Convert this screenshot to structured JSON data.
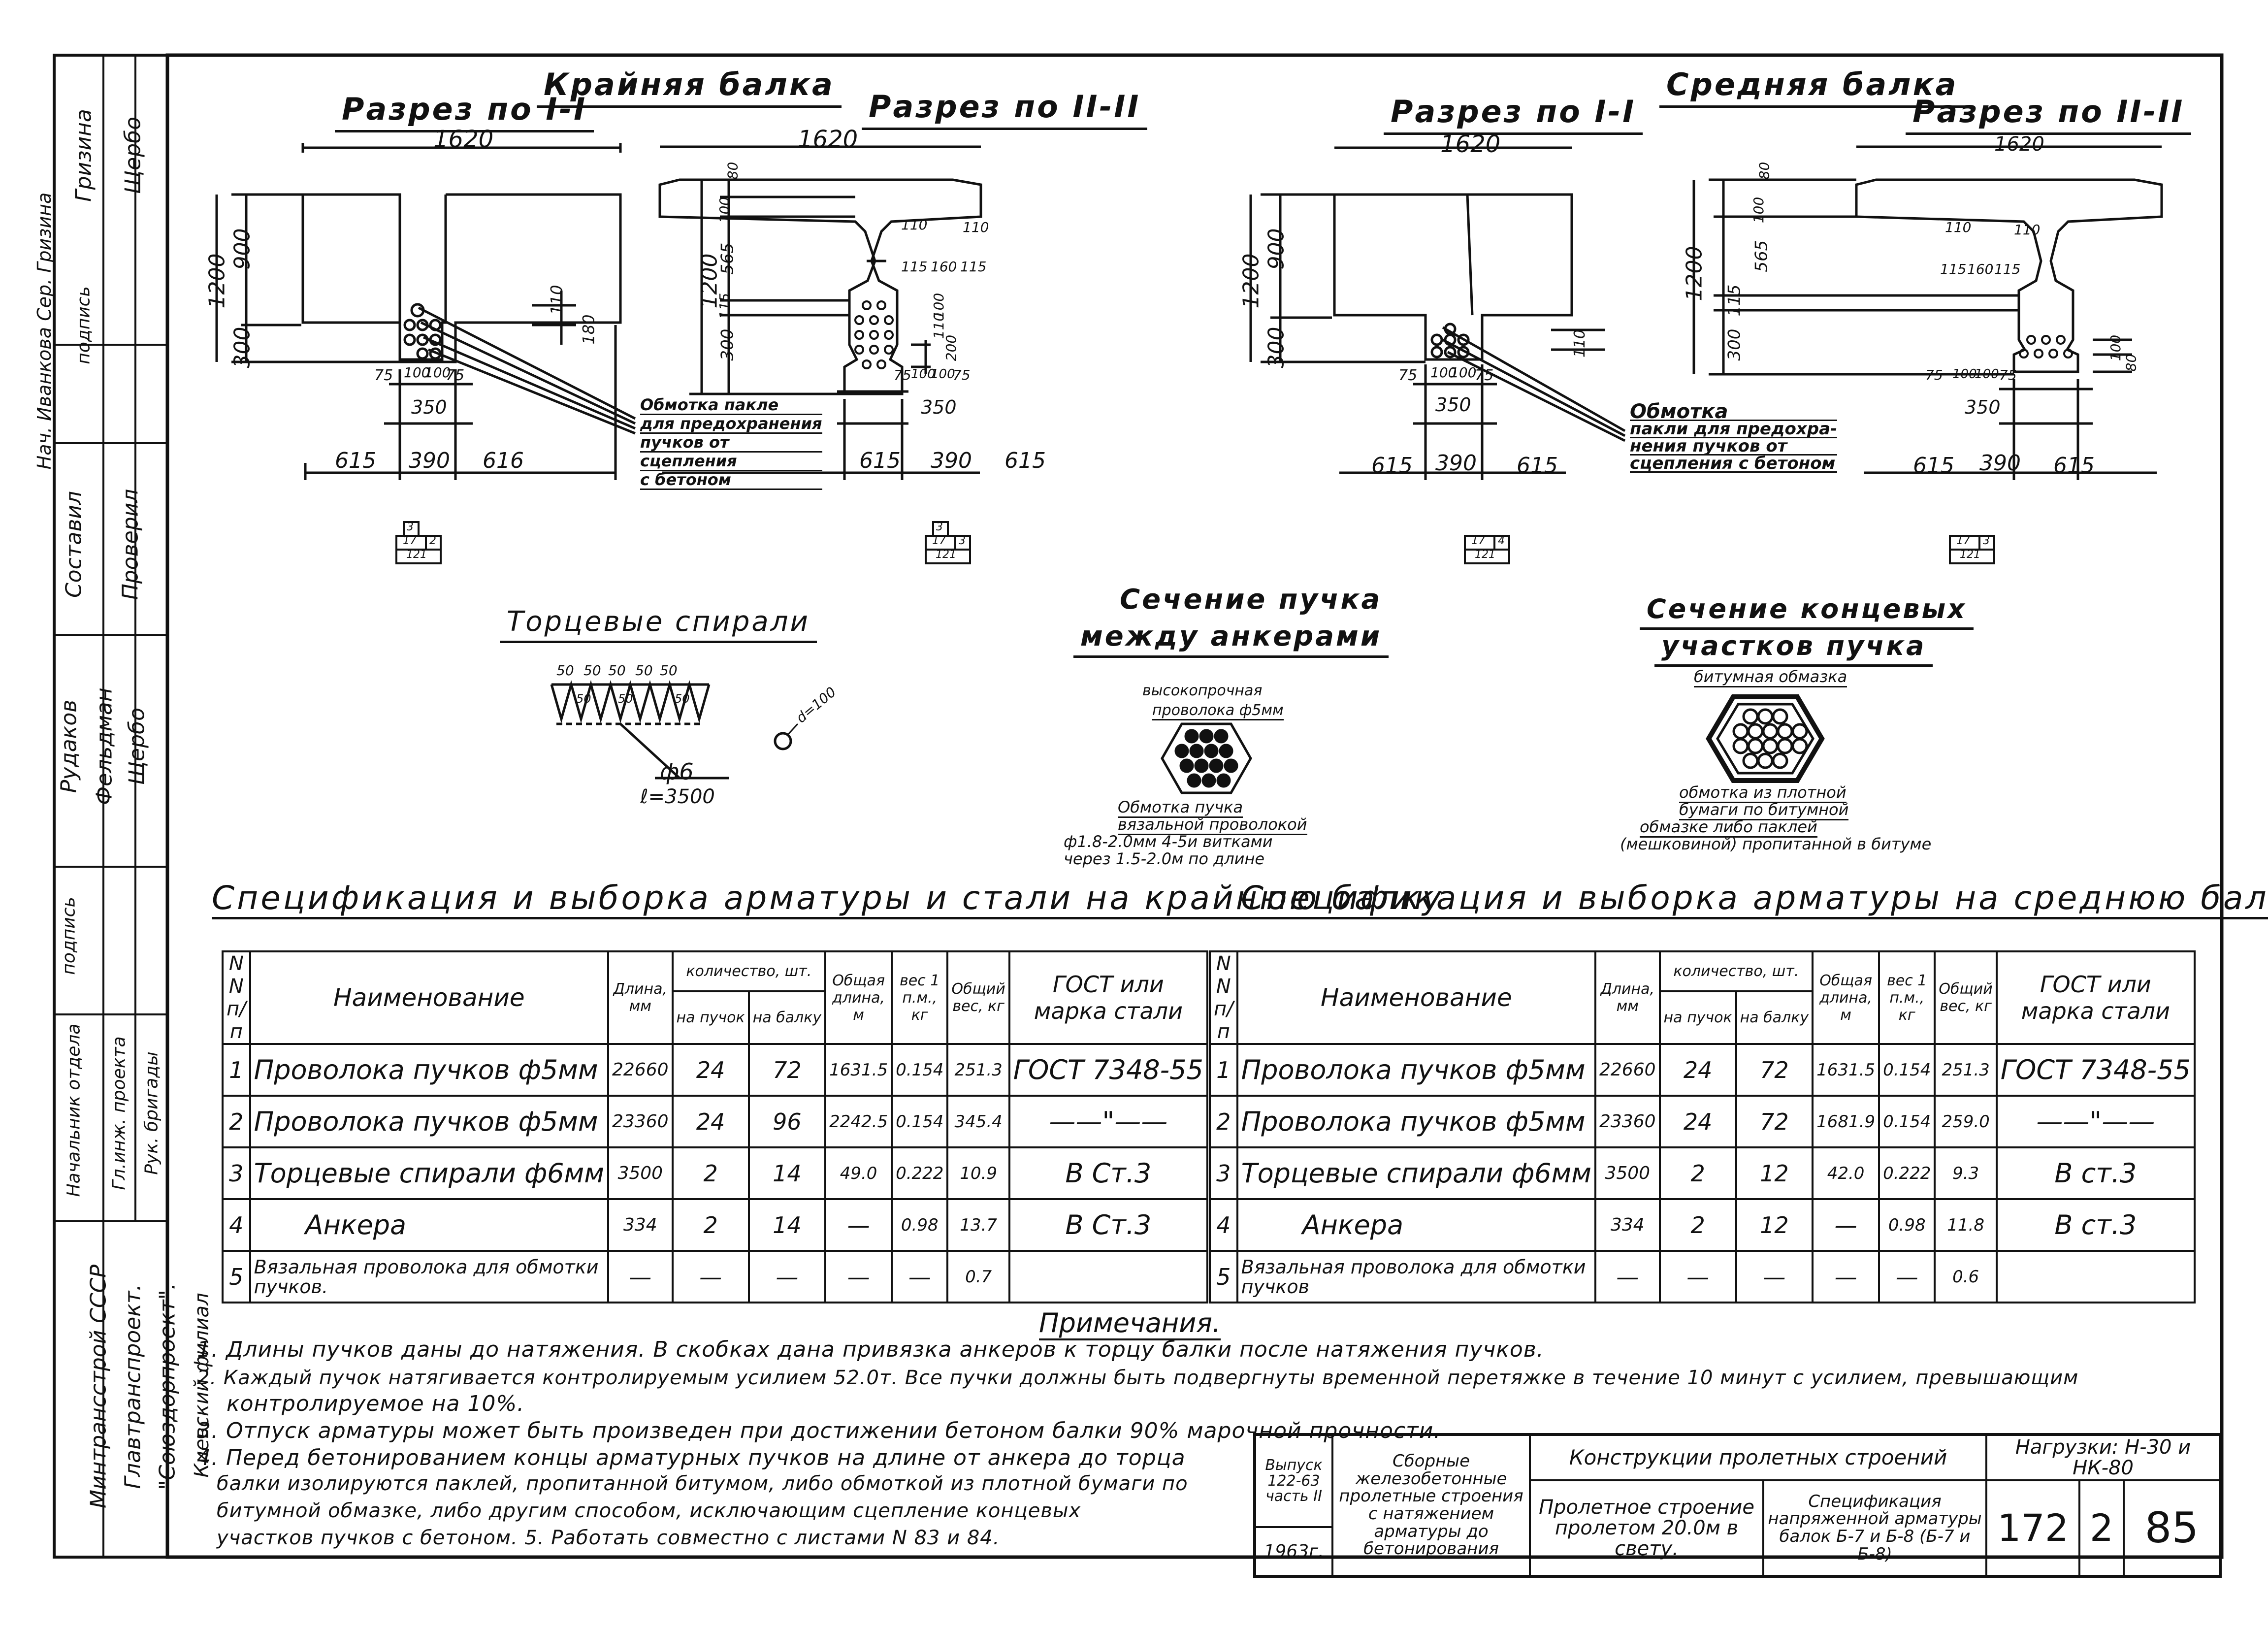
{
  "sheet": {
    "title_left": "Крайняя балка",
    "title_right": "Средняя балка"
  },
  "sections": {
    "left1": {
      "title": "Разрез по I-I",
      "dims": {
        "top": "1620",
        "h_total": "1200",
        "h_upper": "900",
        "h_lower": "300",
        "d110": "110",
        "d180": "180",
        "w75a": "75",
        "w100a": "100",
        "w100b": "100",
        "w75b": "75",
        "w350": "350",
        "b1": "615",
        "b2": "390",
        "b3": "616"
      },
      "callout": [
        "Обмотка пакле",
        "для предохранения",
        "пучков от",
        "сцепления",
        "с бетоном"
      ],
      "mark_top": "3",
      "mark_mid": "17",
      "mark_r": "2",
      "mark_bot": "121"
    },
    "left2": {
      "title": "Разрез по II-II",
      "dims": {
        "top": "1620",
        "h_total": "1200",
        "a80": "80",
        "a100": "100",
        "a565": "565",
        "a115": "115",
        "a300": "300",
        "f110a": "110",
        "f110b": "110",
        "w115a": "115",
        "w160": "160",
        "w115b": "115",
        "r100a": "100",
        "r110": "110",
        "r200": "200",
        "w75a": "75",
        "w100a": "100",
        "w100b": "100",
        "w75b": "75",
        "w350": "350",
        "b1": "615",
        "b2": "390",
        "b3": "615"
      },
      "mark_top": "3",
      "mark_mid": "17",
      "mark_r": "3",
      "mark_bot": "121"
    },
    "right1": {
      "title": "Разрез по I-I",
      "dims": {
        "top": "1620",
        "h_total": "1200",
        "h_upper": "900",
        "h_lower": "300",
        "d110": "110",
        "w75a": "75",
        "w100a": "100",
        "w100b": "100",
        "w75b": "75",
        "w350": "350",
        "b1": "615",
        "b2": "390",
        "b3": "615"
      },
      "callout": [
        "Обмотка",
        "пакли для предохра-",
        "нения пучков от",
        "сцепления с бетоном"
      ],
      "mark_mid": "17",
      "mark_r": "4",
      "mark_bot": "121"
    },
    "right2": {
      "title": "Разрез по II-II",
      "dims": {
        "top": "1620",
        "h_total": "1200",
        "a80": "80",
        "a100": "100",
        "a565": "565",
        "a115": "115",
        "a300": "300",
        "f110a": "110",
        "f110b": "110",
        "w115a": "115",
        "w160": "160",
        "w115b": "115",
        "r100": "100",
        "r80": "80",
        "w75a": "75",
        "w100a": "100",
        "w100b": "100",
        "w75b": "75",
        "w350": "350",
        "b1": "615",
        "b2": "390",
        "b3": "615"
      },
      "mark_mid": "17",
      "mark_r": "3",
      "mark_bot": "121"
    }
  },
  "details": {
    "spirals": {
      "title": "Торцевые спирали",
      "pitches": [
        "50",
        "50",
        "50",
        "50",
        "50"
      ],
      "p2": [
        "50",
        "50",
        "50"
      ],
      "dia": "d=100",
      "bar": "ф6",
      "len": "ℓ=3500"
    },
    "bundle_mid": {
      "title1": "Сечение пучка",
      "title2": "между анкерами",
      "wire": [
        "высокопрочная",
        "проволока ф5мм"
      ],
      "wrap": [
        "Обмотка пучка",
        "вязальной проволокой",
        "ф1.8-2.0мм 4-5и витками",
        "через 1.5-2.0м по длине"
      ]
    },
    "bundle_end": {
      "title1": "Сечение концевых",
      "title2": "участков пучка",
      "coat": "битумная обмазка",
      "wrap": [
        "обмотка из плотной",
        "бумаги по битумной",
        "обмазке либо паклей",
        "(мешковиной) пропитанной в битуме"
      ]
    }
  },
  "spec_left": {
    "title": "Спецификация и выборка арматуры и стали на крайнюю балку",
    "headers": {
      "no": "N N п/п",
      "name": "Наименование",
      "len": "Длина, мм",
      "qty": "количество, шт.",
      "per_bundle": "на пучок",
      "per_beam": "на балку",
      "total_len": "Общая длина, м",
      "unit_w": "вес 1 п.м., кг",
      "total_w": "Общий вес, кг",
      "gost": "ГОСТ или марка стали"
    },
    "rows": [
      [
        "1",
        "Проволока пучков ф5мм",
        "22660",
        "24",
        "72",
        "1631.5",
        "0.154",
        "251.3",
        "ГОСТ 7348-55"
      ],
      [
        "2",
        "Проволока пучков ф5мм",
        "23360",
        "24",
        "96",
        "2242.5",
        "0.154",
        "345.4",
        "——\"——"
      ],
      [
        "3",
        "Торцевые спирали ф6мм",
        "3500",
        "2",
        "14",
        "49.0",
        "0.222",
        "10.9",
        "В Ст.3"
      ],
      [
        "4",
        "Анкера",
        "334",
        "2",
        "14",
        "—",
        "0.98",
        "13.7",
        "В Ст.3"
      ],
      [
        "5",
        "Вязальная проволока для обмотки пучков.",
        "—",
        "—",
        "—",
        "—",
        "—",
        "0.7",
        ""
      ]
    ]
  },
  "spec_right": {
    "title": "Спецификация и выборка арматуры на среднюю балку.",
    "headers": {
      "no": "N N п/п",
      "name": "Наименование",
      "len": "Длина, мм",
      "qty": "количество, шт.",
      "per_bundle": "на пучок",
      "per_beam": "на балку",
      "total_len": "Общая длина, м",
      "unit_w": "вес 1 п.м., кг",
      "total_w": "Общий вес, кг",
      "gost": "ГОСТ или марка стали"
    },
    "rows": [
      [
        "1",
        "Проволока пучков ф5мм",
        "22660",
        "24",
        "72",
        "1631.5",
        "0.154",
        "251.3",
        "ГОСТ 7348-55"
      ],
      [
        "2",
        "Проволока пучков ф5мм",
        "23360",
        "24",
        "72",
        "1681.9",
        "0.154",
        "259.0",
        "——\"——"
      ],
      [
        "3",
        "Торцевые спирали ф6мм",
        "3500",
        "2",
        "12",
        "42.0",
        "0.222",
        "9.3",
        "В ст.3"
      ],
      [
        "4",
        "Анкера",
        "334",
        "2",
        "12",
        "—",
        "0.98",
        "11.8",
        "В ст.3"
      ],
      [
        "5",
        "Вязальная проволока для обмотки пучков",
        "—",
        "—",
        "—",
        "—",
        "—",
        "0.6",
        ""
      ]
    ]
  },
  "notes": {
    "title": "Примечания.",
    "lines": [
      "1. Длины пучков даны до натяжения. В скобках дана привязка анкеров к торцу балки после натяжения пучков.",
      "2. Каждый пучок натягивается контролируемым усилием 52.0т. Все пучки должны быть подвергнуты временной перетяжке в течение 10 минут с усилием, превышающим",
      "контролируемое на 10%.",
      "3. Отпуск арматуры может быть произведен при достижении бетоном балки 90% марочной прочности.",
      "4. Перед бетонированием концы арматурных пучков на длине от анкера до торца",
      "балки изолируются паклей, пропитанной битумом, либо обмоткой из плотной бумаги по",
      "битумной обмазке, либо другим способом, исключающим сцепление концевых",
      "участков пучков с бетоном. 5. Работать совместно с листами N 83 и 84."
    ]
  },
  "title_block": {
    "release": "Выпуск 122-63 часть II",
    "year": "1963г.",
    "series": "Сборные железобетонные пролетные строения с натяжением арматуры до бетонирования",
    "series_short": "с натяжением арматуры",
    "construction": "Конструкции пролетных строений",
    "span": "Пролетное строение пролетом 20.0м в свету.",
    "spec": "Спецификация напряженной арматуры балок Б-7 и Б-8 (Б-7 и Б-8)",
    "loads": "Нагрузки: Н-30 и НК-80",
    "num1": "172",
    "num2": "2",
    "num3": "85"
  },
  "side_stamp": {
    "org": [
      "Минтрансстрой СССР",
      "Главтранспроект.",
      "\"Союздорпроект\".",
      "Киевский филиал"
    ],
    "roles": [
      "Начальник отдела",
      "Гл.инж. проекта",
      "Рук. бригады"
    ],
    "label_sign": "подпись",
    "names": [
      "Рудаков",
      "Фельдман",
      "Щербо"
    ],
    "sign2": [
      "\"",
      "\"",
      ""
    ],
    "sostavil": "Составил",
    "proveril": "Проверил",
    "checkers": [
      "Гризина",
      "Щербо"
    ],
    "sign_top": [
      "подпись",
      "\""
    ],
    "author": "Нач. Иванкова Сер. Гризина"
  }
}
